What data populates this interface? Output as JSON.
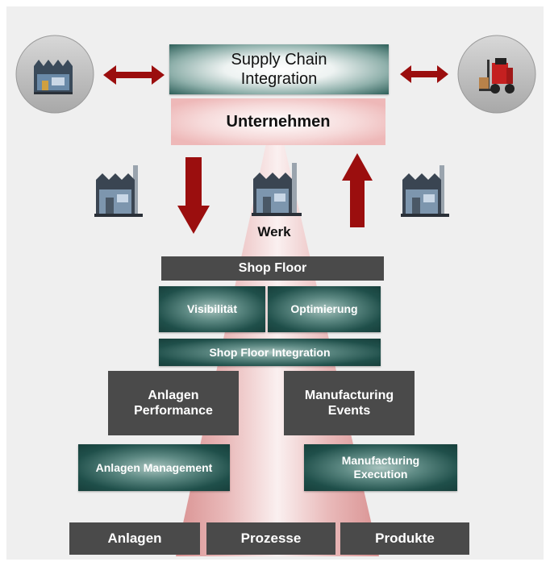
{
  "top": {
    "supply_chain": "Supply Chain\nIntegration",
    "enterprise": "Unternehmen",
    "plant_label": "Werk"
  },
  "levels": {
    "shop_floor": "Shop Floor",
    "visibility": "Visibilität",
    "optimization": "Optimierung",
    "shop_floor_integration": "Shop Floor Integration",
    "asset_performance": "Anlagen\nPerformance",
    "manufacturing_events": "Manufacturing\nEvents",
    "asset_management": "Anlagen Management",
    "manufacturing_execution": "Manufacturing\nExecution"
  },
  "bottom": {
    "assets": "Anlagen",
    "processes": "Prozesse",
    "products": "Produkte"
  },
  "icons": {
    "left_circle": "warehouse-icon",
    "right_circle": "forklift-icon",
    "factories": [
      "factory-icon",
      "factory-icon",
      "factory-icon"
    ]
  },
  "colors": {
    "arrow_red": "#9b0e0e",
    "teal": "#1f4f4a",
    "dark_box": "#4a4a4a"
  }
}
